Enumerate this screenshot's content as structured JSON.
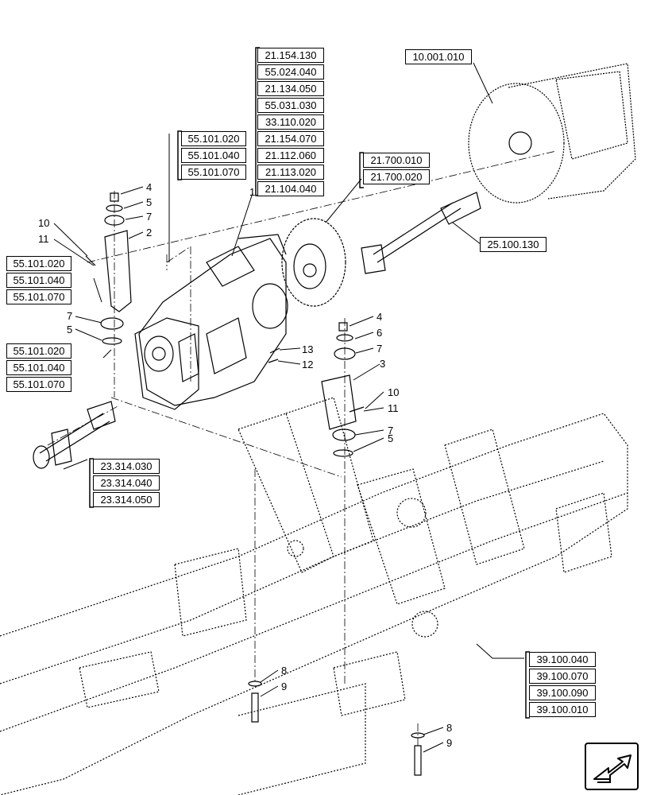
{
  "ref_groups": {
    "top_center": [
      "21.154.130",
      "55.024.040",
      "21.134.050",
      "55.031.030",
      "33.110.020",
      "21.154.070",
      "21.112.060",
      "21.113.020",
      "21.104.040"
    ],
    "top_right": [
      "10.001.010"
    ],
    "left_upper": [
      "55.101.020",
      "55.101.040",
      "55.101.070"
    ],
    "left_mid": [
      "55.101.020",
      "55.101.040",
      "55.101.070"
    ],
    "left_low": [
      "55.101.020",
      "55.101.040",
      "55.101.070"
    ],
    "converter": [
      "21.700.010",
      "21.700.020"
    ],
    "shaft": [
      "25.100.130"
    ],
    "driveshaft": [
      "23.314.030",
      "23.314.040",
      "23.314.050"
    ],
    "frame": [
      "39.100.040",
      "39.100.070",
      "39.100.090",
      "39.100.010"
    ]
  },
  "callouts": {
    "c1": "1",
    "c2": "2",
    "c3": "3",
    "c4a": "4",
    "c5a": "5",
    "c7a": "7",
    "c10a": "10",
    "c11a": "11",
    "c7b": "7",
    "c5b": "5",
    "c4b": "4",
    "c6": "6",
    "c7c": "7",
    "c13": "13",
    "c12": "12",
    "c10b": "10",
    "c11b": "11",
    "c7d": "7",
    "c5c": "5",
    "c8a": "8",
    "c9a": "9",
    "c8b": "8",
    "c9b": "9"
  },
  "icons": {
    "nav": "next-page-arrow-icon"
  }
}
